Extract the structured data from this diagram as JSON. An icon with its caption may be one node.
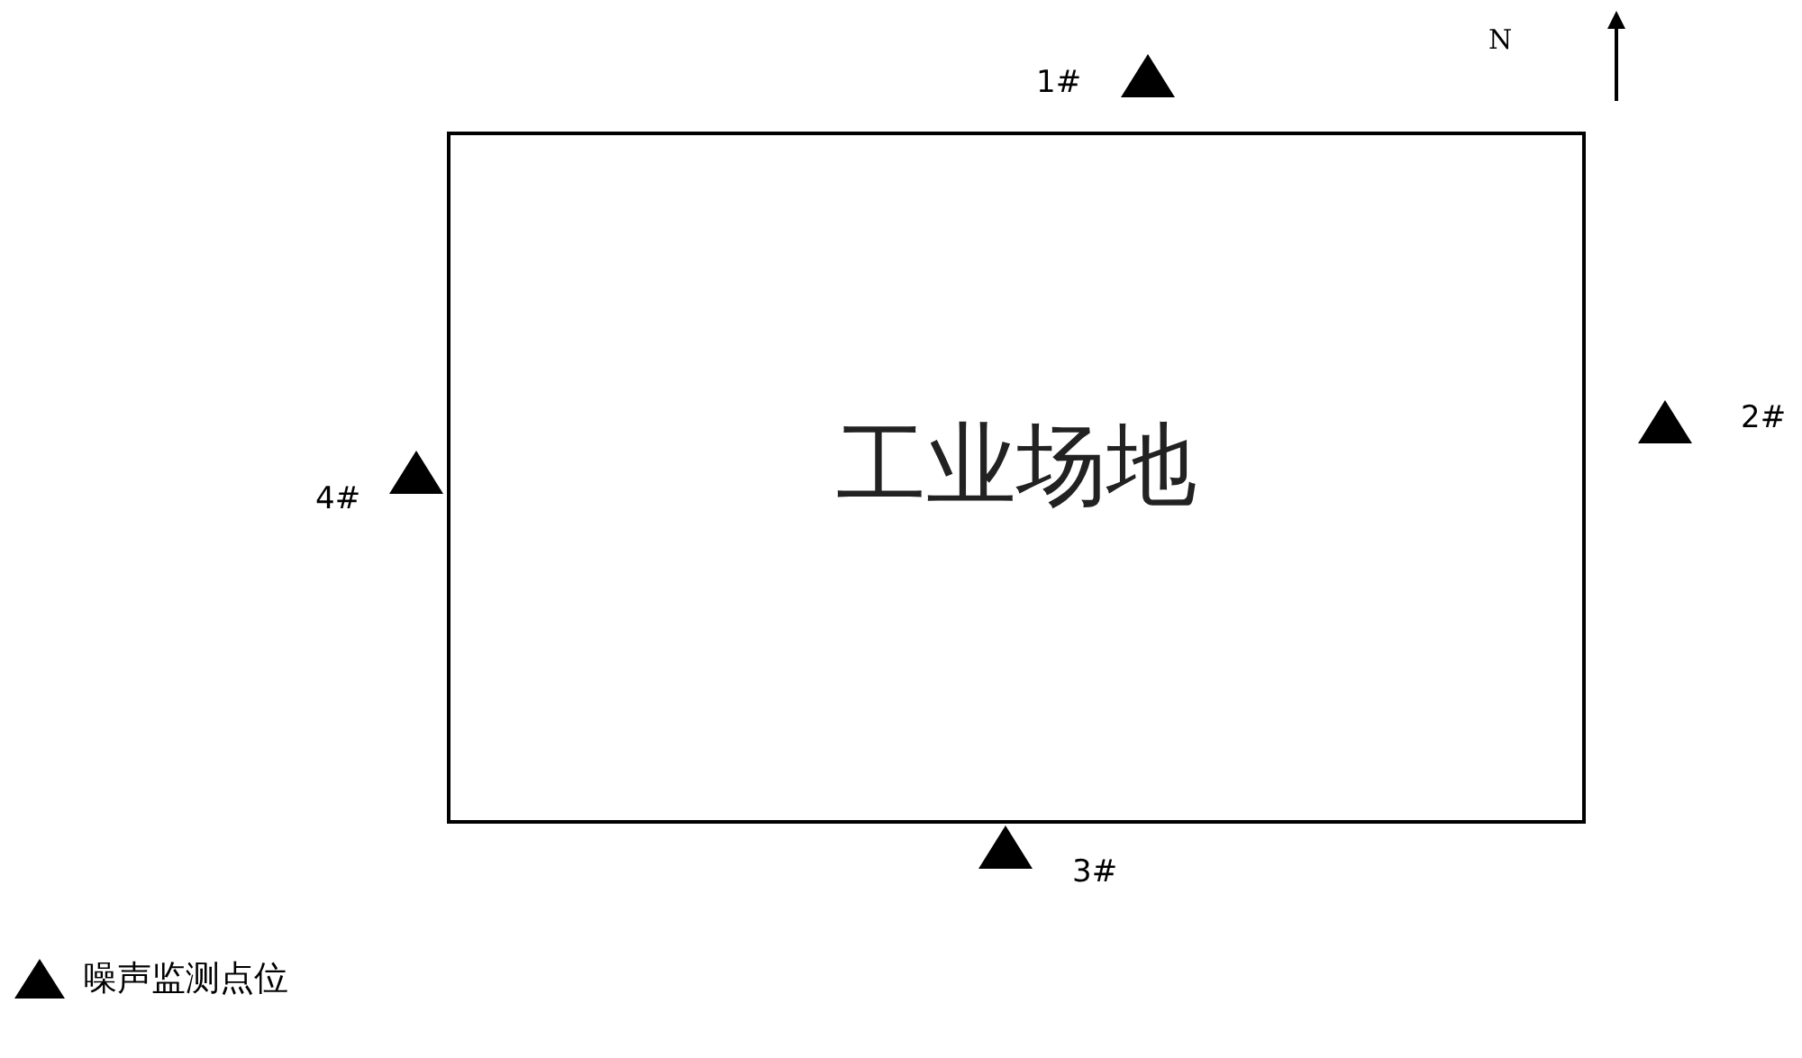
{
  "diagram": {
    "nodes": [
      {
        "text": [
          "工业场地"
        ]
      },
      {
        "text": [],
        "shape": "triangle",
        "beside": [
          "1#"
        ]
      },
      {
        "text": [],
        "shape": "triangle",
        "beside": [
          "2#"
        ]
      },
      {
        "text": [],
        "shape": "triangle",
        "beside": [
          "3#"
        ]
      },
      {
        "text": [],
        "shape": "triangle",
        "beside": [
          "4#"
        ]
      }
    ],
    "labels": [
      "N"
    ],
    "legend": [
      {
        "text": "噪声监测点位"
      }
    ]
  }
}
